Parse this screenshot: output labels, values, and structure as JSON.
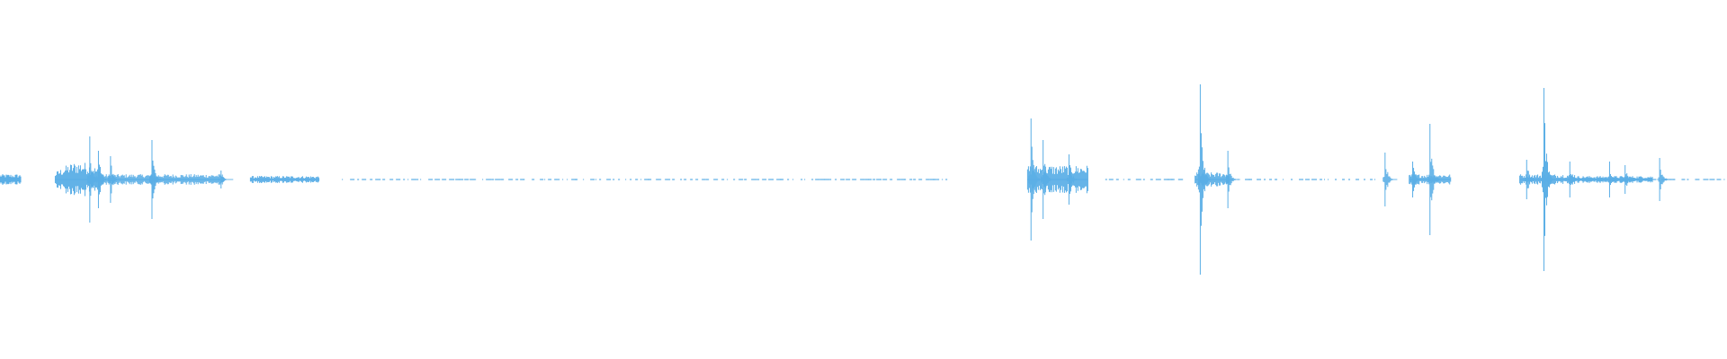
{
  "waveform": {
    "color": "#5aaee6",
    "background": "#ffffff",
    "duration_fraction_note_free": true,
    "segments": [
      {
        "start": 0.0,
        "end": 0.012,
        "level": 0.03
      },
      {
        "start": 0.032,
        "end": 0.06,
        "level": 0.1,
        "burst": true
      },
      {
        "start": 0.06,
        "end": 0.13,
        "level": 0.03
      },
      {
        "start": 0.145,
        "end": 0.185,
        "level": 0.02
      },
      {
        "start": 0.198,
        "end": 0.55,
        "level": 0.01,
        "dotted": true
      },
      {
        "start": 0.595,
        "end": 0.63,
        "level": 0.08
      },
      {
        "start": 0.64,
        "end": 0.685,
        "level": 0.01,
        "dotted": true
      },
      {
        "start": 0.692,
        "end": 0.712,
        "level": 0.04
      },
      {
        "start": 0.712,
        "end": 0.8,
        "level": 0.01,
        "dotted": true
      },
      {
        "start": 0.816,
        "end": 0.84,
        "level": 0.03
      },
      {
        "start": 0.88,
        "end": 0.912,
        "level": 0.03
      },
      {
        "start": 0.912,
        "end": 0.957,
        "level": 0.02
      },
      {
        "start": 0.957,
        "end": 1.0,
        "level": 0.01,
        "dotted": true
      }
    ],
    "spikes": [
      {
        "at": 0.052,
        "amp": 0.24
      },
      {
        "at": 0.057,
        "amp": 0.16
      },
      {
        "at": 0.064,
        "amp": 0.13
      },
      {
        "at": 0.088,
        "amp": 0.22
      },
      {
        "at": 0.128,
        "amp": 0.05
      },
      {
        "at": 0.597,
        "amp": 0.34
      },
      {
        "at": 0.604,
        "amp": 0.22
      },
      {
        "at": 0.619,
        "amp": 0.14
      },
      {
        "at": 0.695,
        "amp": 0.53
      },
      {
        "at": 0.711,
        "amp": 0.16
      },
      {
        "at": 0.802,
        "amp": 0.15
      },
      {
        "at": 0.818,
        "amp": 0.1
      },
      {
        "at": 0.828,
        "amp": 0.31
      },
      {
        "at": 0.884,
        "amp": 0.11
      },
      {
        "at": 0.894,
        "amp": 0.51
      },
      {
        "at": 0.909,
        "amp": 0.1
      },
      {
        "at": 0.932,
        "amp": 0.1
      },
      {
        "at": 0.941,
        "amp": 0.08
      },
      {
        "at": 0.961,
        "amp": 0.12
      }
    ]
  }
}
